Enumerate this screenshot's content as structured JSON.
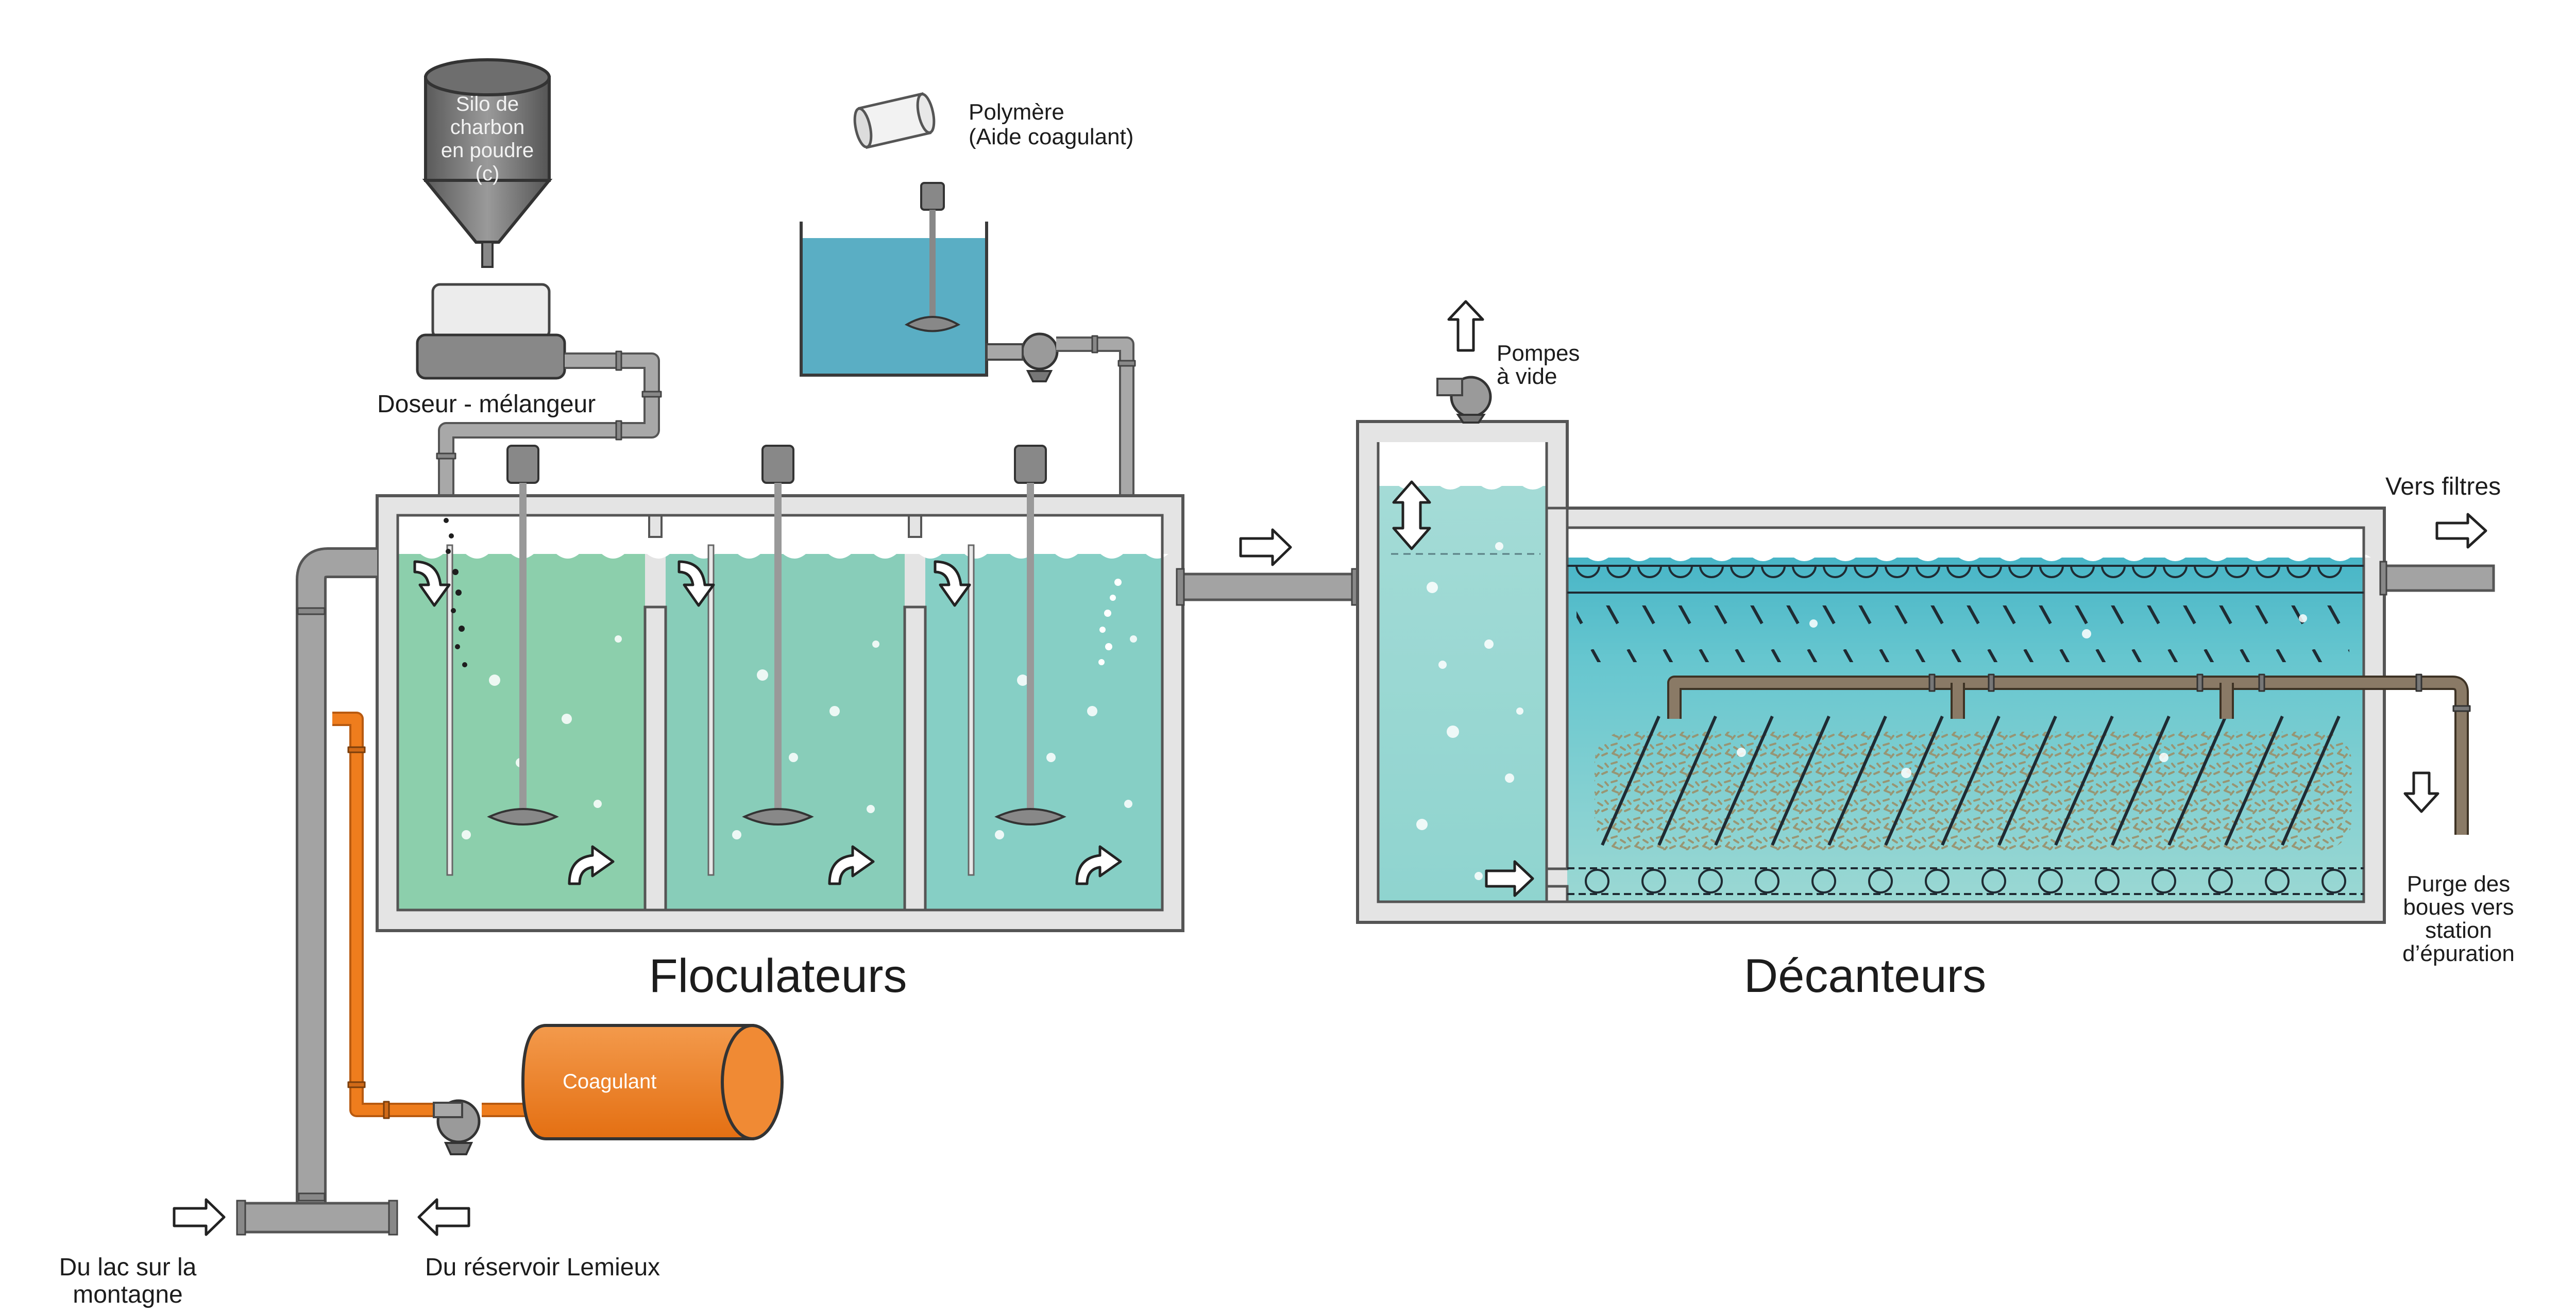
{
  "labels": {
    "silo": [
      "Silo de",
      "charbon",
      "en poudre",
      "(c)"
    ],
    "doser": "Doseur - mélangeur",
    "polymer": [
      "Polymère",
      "(Aide coagulant)"
    ],
    "vacuum": [
      "Pompes",
      "à vide"
    ],
    "to_filters": "Vers filtres",
    "sludge": [
      "Purge des",
      "boues vers",
      "station",
      "d’épuration"
    ],
    "flocculators": "Floculateurs",
    "settlers": "Décanteurs",
    "coagulant": "Coagulant",
    "from_lake": [
      "Du lac sur la",
      "montagne"
    ],
    "from_reservoir": "Du réservoir Lemieux"
  },
  "icons": {
    "flow_arrow": "hollow-arrow-icon",
    "turn_arrow": "curved-arrow-icon",
    "updown_arrow": "double-arrow-icon",
    "mixer": "mixer-icon",
    "pump": "pump-icon"
  },
  "colors": {
    "tank_wall": "#e4e4e4",
    "pipe": "#a3a3a3",
    "outline": "#555555",
    "water_floc_1": "#8ccfac",
    "water_floc_3": "#86cfc5",
    "water_settler": "#7fd0cc",
    "coagulant": "#ef7d1d",
    "sludge_pipe": "#8a7a66"
  }
}
